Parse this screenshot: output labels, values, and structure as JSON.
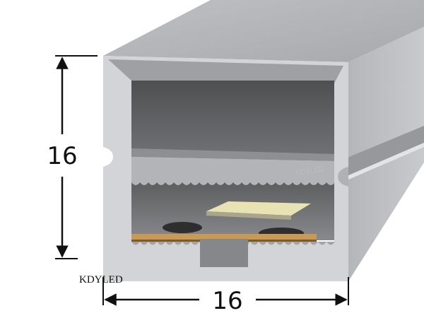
{
  "diagram": {
    "height_label": "16",
    "width_label": "16",
    "brand_label": "KDYLED",
    "watermark_label": "KDYLED"
  },
  "colors": {
    "profile_light": "#d2d3d6",
    "profile_mid": "#b7b8bb",
    "profile_dark": "#6d6e70",
    "led_chip": "#e9e2b4",
    "pcb_strip": "#c79a55"
  }
}
